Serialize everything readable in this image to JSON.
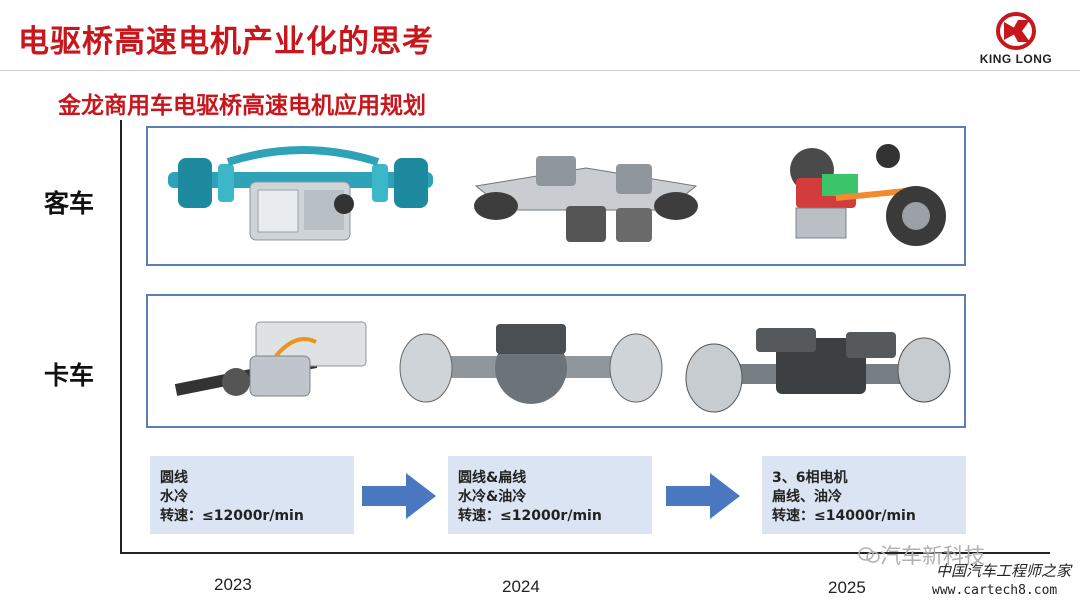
{
  "header": {
    "title": "电驱桥高速电机产业化的思考",
    "subtitle": "金龙商用车电驱桥高速电机应用规划",
    "logo_text": "KING LONG",
    "brand_color": "#c8161d"
  },
  "rows": {
    "bus_label": "客车",
    "truck_label": "卡车"
  },
  "images": [
    {
      "row": "bus",
      "icon": "bus-e-axle-image"
    },
    {
      "row": "bus",
      "icon": "bus-chassis-image"
    },
    {
      "row": "bus",
      "icon": "bus-wheel-motor-image"
    },
    {
      "row": "truck",
      "icon": "truck-e-axle-image"
    },
    {
      "row": "truck",
      "icon": "truck-axle-image"
    },
    {
      "row": "truck",
      "icon": "truck-tandem-axle-image"
    }
  ],
  "specs": [
    {
      "line1": "圆线",
      "line2": "水冷",
      "line3": "转速：≤12000r/min"
    },
    {
      "line1": "圆线&扁线",
      "line2": "水冷&油冷",
      "line3": "转速：≤12000r/min"
    },
    {
      "line1": "3、6相电机",
      "line2": "扁线、油冷",
      "line3": "转速：≤14000r/min"
    }
  ],
  "years": [
    "2023",
    "2024",
    "2025"
  ],
  "watermarks": {
    "wechat": "汽车新科技",
    "site_cn": "中国汽车工程师之家",
    "site_url": "www.cartech8.com"
  },
  "colors": {
    "panel_border": "#5b7fb5",
    "spec_bg": "#dbe4f2",
    "arrow": "#4a78c0"
  }
}
